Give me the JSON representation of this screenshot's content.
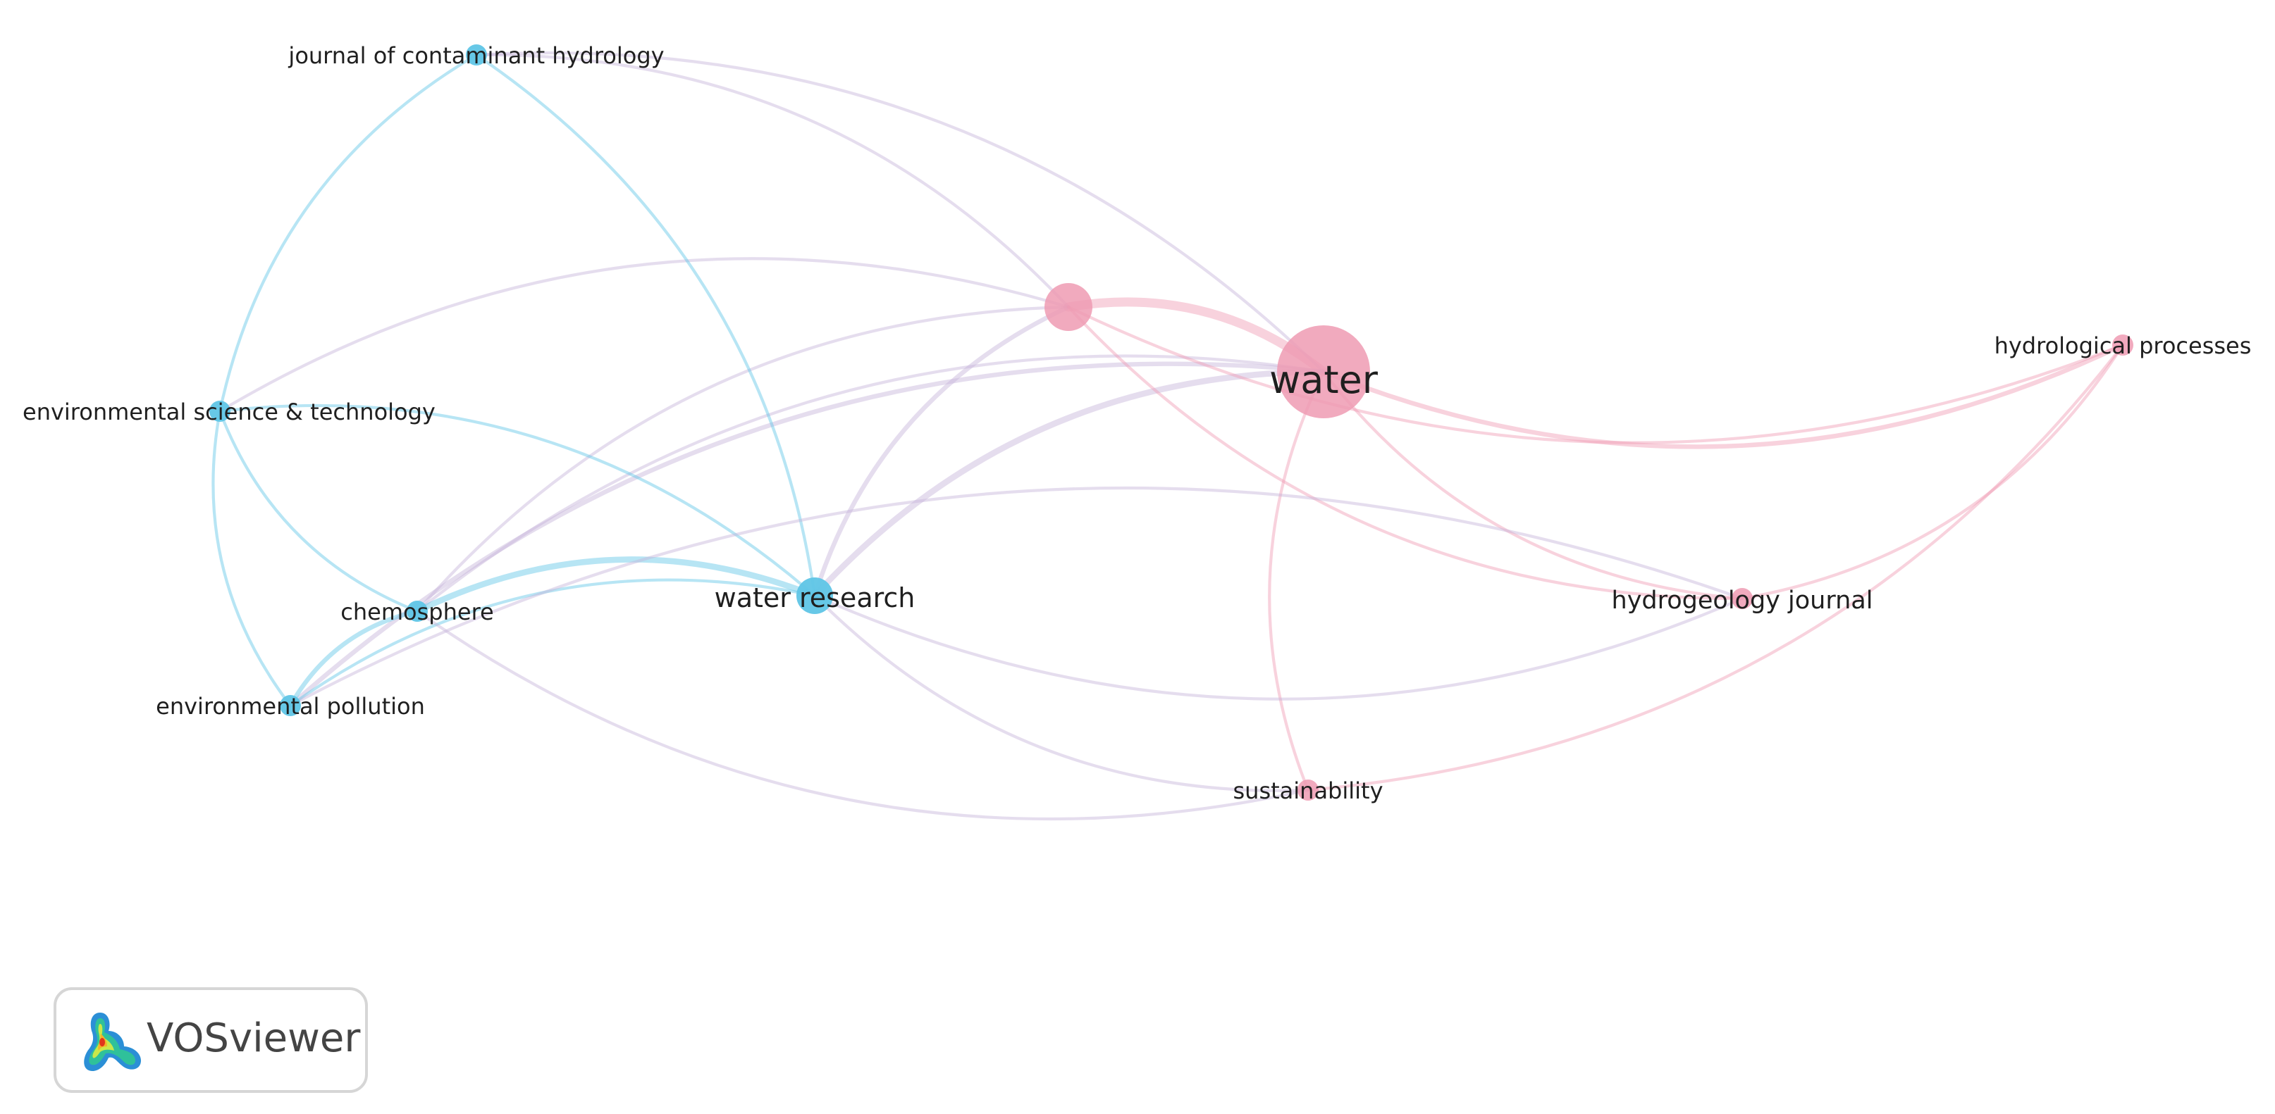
{
  "app": {
    "brand": "VOSviewer"
  },
  "colors": {
    "cluster_blue": "#5fc5e6",
    "cluster_pink": "#ef9bb3",
    "mixed_link": "#c6b4d9"
  },
  "nodes": [
    {
      "id": "water",
      "label": "water",
      "cluster": "pink",
      "weight": 10
    },
    {
      "id": "unlabeled",
      "label": "",
      "cluster": "pink",
      "weight": 5
    },
    {
      "id": "water-research",
      "label": "water research",
      "cluster": "blue",
      "weight": 4
    },
    {
      "id": "journal-of-contaminant-hydrology",
      "label": "journal of contaminant hydrology",
      "cluster": "blue",
      "weight": 2
    },
    {
      "id": "environmental-science-technology",
      "label": "environmental science & technology",
      "cluster": "blue",
      "weight": 2
    },
    {
      "id": "chemosphere",
      "label": "chemosphere",
      "cluster": "blue",
      "weight": 2
    },
    {
      "id": "environmental-pollution",
      "label": "environmental pollution",
      "cluster": "blue",
      "weight": 2
    },
    {
      "id": "hydrological-processes",
      "label": "hydrological processes",
      "cluster": "pink",
      "weight": 2
    },
    {
      "id": "hydrogeology-journal",
      "label": "hydrogeology journal",
      "cluster": "pink",
      "weight": 2
    },
    {
      "id": "sustainability",
      "label": "sustainability",
      "cluster": "pink",
      "weight": 2
    }
  ],
  "links": [
    {
      "source": "water",
      "target": "unlabeled",
      "strength": 5
    },
    {
      "source": "water",
      "target": "water-research",
      "strength": 3
    },
    {
      "source": "water",
      "target": "journal-of-contaminant-hydrology",
      "strength": 1
    },
    {
      "source": "water",
      "target": "hydrological-processes",
      "strength": 2
    },
    {
      "source": "water",
      "target": "hydrogeology-journal",
      "strength": 1
    },
    {
      "source": "water",
      "target": "sustainability",
      "strength": 1
    },
    {
      "source": "water",
      "target": "environmental-pollution",
      "strength": 2
    },
    {
      "source": "water",
      "target": "chemosphere",
      "strength": 1
    },
    {
      "source": "unlabeled",
      "target": "water-research",
      "strength": 2
    },
    {
      "source": "unlabeled",
      "target": "environmental-science-technology",
      "strength": 1
    },
    {
      "source": "unlabeled",
      "target": "chemosphere",
      "strength": 1
    },
    {
      "source": "unlabeled",
      "target": "journal-of-contaminant-hydrology",
      "strength": 1
    },
    {
      "source": "unlabeled",
      "target": "hydrogeology-journal",
      "strength": 1
    },
    {
      "source": "unlabeled",
      "target": "hydrological-processes",
      "strength": 1
    },
    {
      "source": "water-research",
      "target": "chemosphere",
      "strength": 3
    },
    {
      "source": "water-research",
      "target": "environmental-pollution",
      "strength": 1
    },
    {
      "source": "water-research",
      "target": "journal-of-contaminant-hydrology",
      "strength": 1
    },
    {
      "source": "water-research",
      "target": "environmental-science-technology",
      "strength": 1
    },
    {
      "source": "water-research",
      "target": "hydrogeology-journal",
      "strength": 1
    },
    {
      "source": "water-research",
      "target": "sustainability",
      "strength": 1
    },
    {
      "source": "journal-of-contaminant-hydrology",
      "target": "environmental-science-technology",
      "strength": 1
    },
    {
      "source": "environmental-science-technology",
      "target": "chemosphere",
      "strength": 1
    },
    {
      "source": "environmental-science-technology",
      "target": "environmental-pollution",
      "strength": 1
    },
    {
      "source": "chemosphere",
      "target": "environmental-pollution",
      "strength": 2
    },
    {
      "source": "chemosphere",
      "target": "sustainability",
      "strength": 1
    },
    {
      "source": "hydrogeology-journal",
      "target": "hydrological-processes",
      "strength": 1
    },
    {
      "source": "hydrogeology-journal",
      "target": "environmental-pollution",
      "strength": 1
    },
    {
      "source": "sustainability",
      "target": "hydrological-processes",
      "strength": 1
    }
  ]
}
